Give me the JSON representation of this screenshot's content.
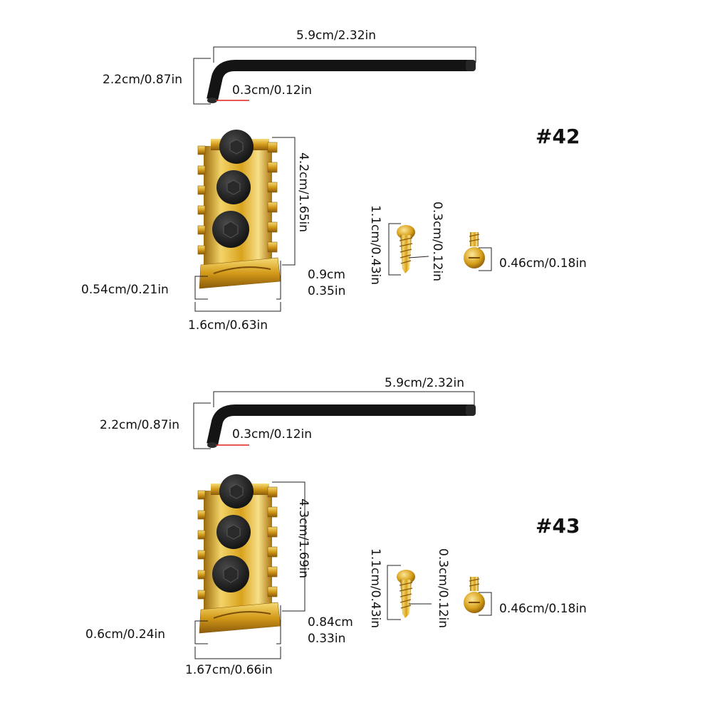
{
  "sets": [
    {
      "model": "#42",
      "wrench": {
        "length": "5.9cm/2.32in",
        "height": "2.2cm/0.87in",
        "thickness": "0.3cm/0.12in"
      },
      "nut": {
        "length": "4.2cm/1.65in",
        "base_height": "0.54cm/0.21in",
        "depth_line1": "0.9cm",
        "depth_line2": "0.35in",
        "width": "1.6cm/0.63in"
      },
      "screw_long": {
        "length": "1.1cm/0.43in",
        "diameter": "0.3cm/0.12in"
      },
      "screw_short": {
        "head": "0.46cm/0.18in"
      }
    },
    {
      "model": "#43",
      "wrench": {
        "length": "5.9cm/2.32in",
        "height": "2.2cm/0.87in",
        "thickness": "0.3cm/0.12in"
      },
      "nut": {
        "length": "4.3cm/1.69in",
        "base_height": "0.6cm/0.24in",
        "depth_line1": "0.84cm",
        "depth_line2": "0.33in",
        "width": "1.67cm/0.66in"
      },
      "screw_long": {
        "length": "1.1cm/0.43in",
        "diameter": "0.3cm/0.12in"
      },
      "screw_short": {
        "head": "0.46cm/0.18in"
      }
    }
  ],
  "colors": {
    "gold": "#d9a21c",
    "gold_light": "#f6dc75",
    "gold_dark": "#8a5a0a",
    "bolt": "#1c1c1c",
    "wrench": "#141414",
    "line": "#222222",
    "accent": "#e0201a"
  }
}
